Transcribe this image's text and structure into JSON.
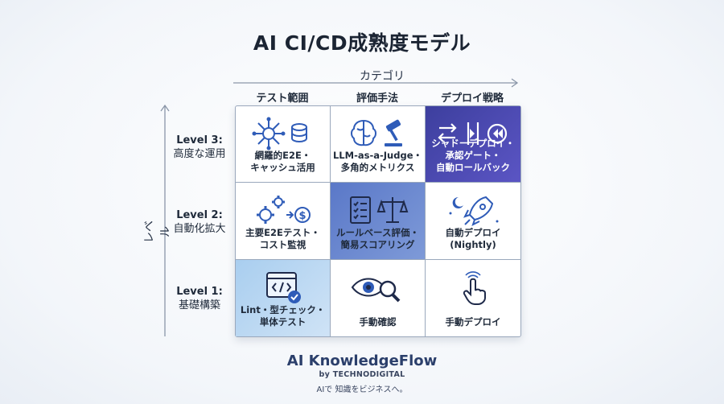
{
  "title": "AI CI/CD成熟度モデル",
  "axes": {
    "x_label": "カテゴリ",
    "y_label": "レベル"
  },
  "columns": [
    "テスト範囲",
    "評価手法",
    "デプロイ戦略"
  ],
  "rows": [
    {
      "level": "Level 3:",
      "name": "高度な運用"
    },
    {
      "level": "Level 2:",
      "name": "自動化拡大"
    },
    {
      "level": "Level 1:",
      "name": "基礎構築"
    }
  ],
  "cells": {
    "r3c1": {
      "line1": "網羅的E2E・",
      "line2": "キャッシュ活用",
      "line3": "",
      "icon": "network-refresh-icon"
    },
    "r3c2": {
      "line1": "LLM-as-a-Judge・",
      "line2": "多角的メトリクス",
      "line3": "",
      "icon": "brain-gavel-icon"
    },
    "r3c3": {
      "line1": "シャドーデプロイ・",
      "line2": "承認ゲート・",
      "line3": "自動ロールバック",
      "icon": "swap-gate-rewind-icon"
    },
    "r2c1": {
      "line1": "主要E2Eテスト・",
      "line2": "コスト監視",
      "line3": "",
      "icon": "gears-dollar-icon"
    },
    "r2c2": {
      "line1": "ルールベース評価・",
      "line2": "簡易スコアリング",
      "line3": "",
      "icon": "checklist-scale-icon"
    },
    "r2c3": {
      "line1": "自動デプロイ",
      "line2": "(Nightly)",
      "line3": "",
      "icon": "rocket-moon-icon"
    },
    "r1c1": {
      "line1": "Lint・型チェック・",
      "line2": "単体テスト",
      "line3": "",
      "icon": "code-check-icon"
    },
    "r1c2": {
      "line1": "手動確認",
      "line2": "",
      "line3": "",
      "icon": "eye-magnifier-icon"
    },
    "r1c3": {
      "line1": "手動デプロイ",
      "line2": "",
      "line3": "",
      "icon": "pointer-hand-icon"
    }
  },
  "brand": {
    "name": "AI KnowledgeFlow",
    "sub": "by TECHNODIGITAL",
    "tagline": "AIで 知識をビジネスへ。"
  },
  "colors": {
    "dark_cell": "#4a48b0",
    "mid_cell": "#6d89d0",
    "light_cell": "#bcd8f2",
    "icon_blue": "#2f5cb8"
  }
}
